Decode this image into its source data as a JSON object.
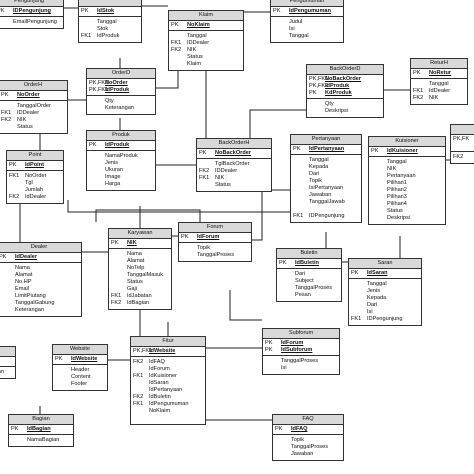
{
  "entities": {
    "pengunjung": {
      "title": "Pengunjung",
      "pk_keys": [
        "PK"
      ],
      "pk_cols": [
        "IDPengunjung"
      ],
      "keys": [
        ""
      ],
      "cols": [
        "EmailPengunjung"
      ]
    },
    "stok": {
      "title": "",
      "pk_keys": [
        "PK"
      ],
      "pk_cols": [
        "IdStok"
      ],
      "keys": [
        "",
        "",
        "FK1"
      ],
      "cols": [
        "Tanggal",
        "Stok",
        "IdProduk"
      ]
    },
    "klaim": {
      "title": "Klaim",
      "pk_keys": [
        "PK"
      ],
      "pk_cols": [
        "NoKlaim"
      ],
      "keys": [
        "",
        "FK1",
        "FK2",
        "",
        ""
      ],
      "cols": [
        "Tanggal",
        "IDDealer",
        "NIK",
        "Status",
        "Klaim"
      ]
    },
    "pengumuman": {
      "title": "Pengumuman",
      "pk_keys": [
        "PK"
      ],
      "pk_cols": [
        "IdPengumuman"
      ],
      "keys": [
        "",
        "",
        ""
      ],
      "cols": [
        "Judul",
        "Isi",
        "Tanggal"
      ]
    },
    "orderh": {
      "title": "OrderH",
      "pk_keys": [
        "PK"
      ],
      "pk_cols": [
        "NoOrder"
      ],
      "keys": [
        "",
        "FK1",
        "FK2",
        ""
      ],
      "cols": [
        "TanggalOrder",
        "IDDealer",
        "NIK",
        "Status"
      ]
    },
    "orderd": {
      "title": "OrderD",
      "pk_keys": [
        "PK,FK2",
        "PK,FK1"
      ],
      "pk_cols": [
        "NoOrder",
        "IdProduk"
      ],
      "keys": [
        "",
        ""
      ],
      "cols": [
        "Qty",
        "Keterangan"
      ]
    },
    "backorderd": {
      "title": "BackOrderD",
      "pk_keys": [
        "PK,FK1",
        "PK,FK2",
        "PK"
      ],
      "pk_cols": [
        "NoBackOrder",
        "IdProduk",
        "KdProduk"
      ],
      "keys": [
        "",
        ""
      ],
      "cols": [
        "Qty",
        "Deskripsi"
      ]
    },
    "returh": {
      "title": "ReturH",
      "pk_keys": [
        "PK"
      ],
      "pk_cols": [
        "NoRetur"
      ],
      "keys": [
        "",
        "FK1",
        "FK2"
      ],
      "cols": [
        "Tanggal",
        "IdDealer",
        "NIK"
      ]
    },
    "point": {
      "title": "Point",
      "pk_keys": [
        "PK"
      ],
      "pk_cols": [
        "IdPoint"
      ],
      "keys": [
        "FK1",
        "",
        "",
        "FK2"
      ],
      "cols": [
        "NoOrder",
        "Tgl",
        "Jumlah",
        "IdDealer"
      ]
    },
    "produk": {
      "title": "Produk",
      "pk_keys": [
        "PK"
      ],
      "pk_cols": [
        "IdProduk"
      ],
      "keys": [
        "",
        "",
        "",
        "",
        ""
      ],
      "cols": [
        "NamaProduk",
        "Jenis",
        "Ukuran",
        "Image",
        "Harga"
      ]
    },
    "backorderh": {
      "title": "BackOrderH",
      "pk_keys": [
        "PK"
      ],
      "pk_cols": [
        "NoBackOrder"
      ],
      "keys": [
        "",
        "FK2",
        "FK1",
        ""
      ],
      "cols": [
        "TglBackOrder",
        "IDDealer",
        "NIK",
        "Status"
      ]
    },
    "pertanyaan": {
      "title": "Pertanyaan",
      "pk_keys": [
        "PK"
      ],
      "pk_cols": [
        "IdPertanyaan"
      ],
      "keys": [
        "",
        "",
        "",
        "",
        "",
        "",
        "",
        "",
        "FK1"
      ],
      "cols": [
        "Tanggal",
        "Kepada",
        "Dari",
        "Topik",
        "IsiPertanyaan",
        "Jawaban",
        "TanggalJawab",
        "",
        "IDPengunjung"
      ]
    },
    "kuisioner": {
      "title": "Kuisioner",
      "pk_keys": [
        "PK"
      ],
      "pk_cols": [
        "IdKuisioner"
      ],
      "keys": [
        "",
        "",
        "",
        "",
        "",
        "",
        "",
        "",
        ""
      ],
      "cols": [
        "Tanggal",
        "NIK",
        "Pertanyaan",
        "Pilihan1",
        "Pilihan2",
        "Pilihan3",
        "Pilihan4",
        "Status",
        "Deskripsi"
      ]
    },
    "partial": {
      "title": "",
      "pk_keys": [
        "PK,FK"
      ],
      "pk_cols": [
        "",
        ""
      ],
      "keys": [
        "FK2"
      ],
      "cols": [
        ""
      ]
    },
    "dealer": {
      "title": "Dealer",
      "pk_keys": [
        "PK"
      ],
      "pk_cols": [
        "IdDealer"
      ],
      "keys": [
        "",
        "",
        "",
        "",
        "",
        "",
        ""
      ],
      "cols": [
        "Nama",
        "Alamat",
        "No.HP",
        "Email",
        "LimitPiutang",
        "TanggalGabung",
        "Keterangan"
      ]
    },
    "karyawan": {
      "title": "Karyawan",
      "pk_keys": [
        "PK"
      ],
      "pk_cols": [
        "NIK"
      ],
      "keys": [
        "",
        "",
        "",
        "",
        "",
        "",
        "FK1",
        "FK2"
      ],
      "cols": [
        "Nama",
        "Alamat",
        "NoTelp",
        "TanggalMasuk",
        "Status",
        "Gaji",
        "IdJabatan",
        "IdBagian"
      ]
    },
    "forum": {
      "title": "Forum",
      "pk_keys": [
        "PK"
      ],
      "pk_cols": [
        "IdForum"
      ],
      "keys": [
        "",
        ""
      ],
      "cols": [
        "Topik",
        "TanggalProses"
      ]
    },
    "buletin": {
      "title": "Buletin",
      "pk_keys": [
        "PK"
      ],
      "pk_cols": [
        "IdBuletin"
      ],
      "keys": [
        "",
        "",
        "",
        ""
      ],
      "cols": [
        "Dari",
        "Subject",
        "TanggalProses",
        "Pesan"
      ]
    },
    "saran": {
      "title": "Saran",
      "pk_keys": [
        "PK"
      ],
      "pk_cols": [
        "IdSaran"
      ],
      "keys": [
        "",
        "",
        "",
        "",
        "",
        "FK1"
      ],
      "cols": [
        "Tanggal",
        "Jenis",
        "Kepada",
        "Dari",
        "Isi",
        "IDPengunjung"
      ]
    },
    "leftpartial": {
      "title": "",
      "pk_keys": [
        ""
      ],
      "pk_cols": [
        ""
      ],
      "keys": [
        ""
      ],
      "cols": [
        "icatan"
      ]
    },
    "website": {
      "title": "Website",
      "pk_keys": [
        "PK"
      ],
      "pk_cols": [
        "IdWebsite"
      ],
      "keys": [
        "",
        "",
        ""
      ],
      "cols": [
        "Header",
        "Content",
        "Footer"
      ]
    },
    "fitur": {
      "title": "Fitur",
      "pk_keys": [
        "PK,FK1"
      ],
      "pk_cols": [
        "IdWebsite"
      ],
      "keys": [
        "FK2",
        "",
        "FK1",
        "",
        "",
        "FK2",
        "FK1",
        "",
        ""
      ],
      "cols": [
        "IdFAQ",
        "IdForum",
        "IdKuisioner",
        "IdSaran",
        "IdPertanyaan",
        "IdBuletin",
        "IdPengumuman",
        "NoKlaim",
        ""
      ]
    },
    "subforum": {
      "title": "Subforum",
      "pk_keys": [
        "PK",
        "PK"
      ],
      "pk_cols": [
        "IdForum",
        "IdSubforum"
      ],
      "keys": [
        "",
        ""
      ],
      "cols": [
        "TanggalProses",
        "Isi"
      ]
    },
    "bagian": {
      "title": "Bagian",
      "pk_keys": [
        "PK"
      ],
      "pk_cols": [
        "IdBagian"
      ],
      "keys": [
        ""
      ],
      "cols": [
        "NamaBagian"
      ]
    },
    "faq": {
      "title": "FAQ",
      "pk_keys": [
        "PK"
      ],
      "pk_cols": [
        "IdFAQ"
      ],
      "keys": [
        "",
        "",
        ""
      ],
      "cols": [
        "Topik",
        "TanggalProses",
        "Jawaban"
      ]
    }
  }
}
